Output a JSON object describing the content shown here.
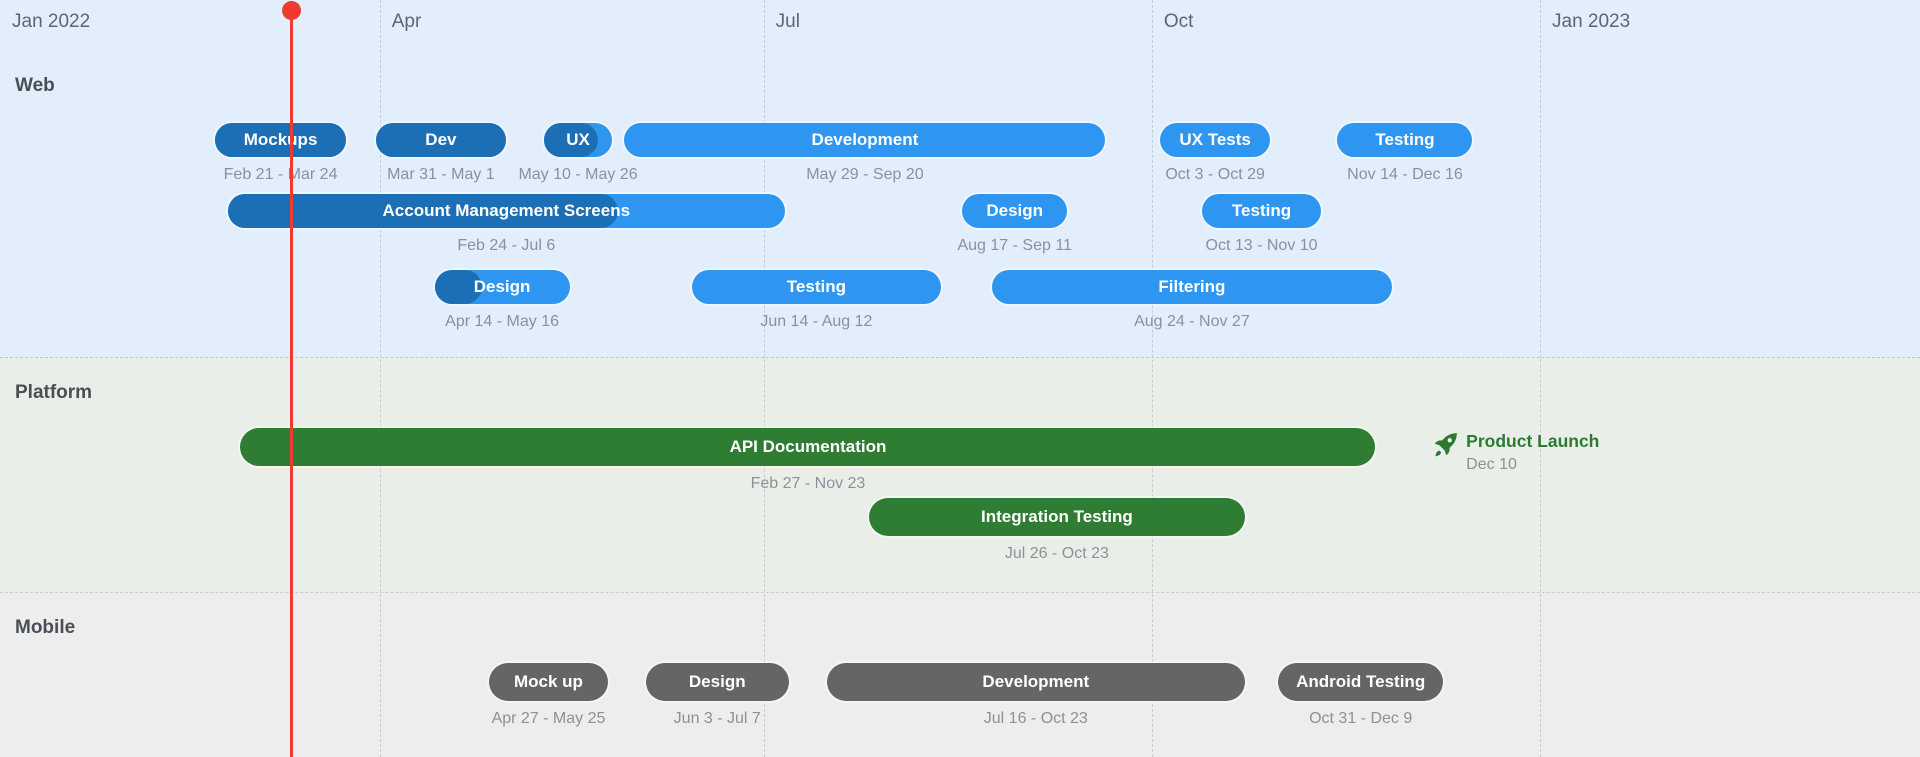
{
  "app": {
    "view_name": "project-timeline"
  },
  "palette": {
    "web_bg": "#e2eefb",
    "platform_bg": "#e9efe8",
    "mobile_bg": "#ededed",
    "web_bar": "#2e96f0",
    "web_progress": "#1d6fb5",
    "platform_bar": "#2e7d32",
    "mobile_bar": "#646567",
    "today_marker": "#ee3a31",
    "milestone_green": "#2c7a30",
    "date_text": "#8b9199",
    "month_text": "#5d6770",
    "section_text": "#494f55",
    "bar_text": "#ffffff"
  },
  "timeline": {
    "months": [
      {
        "label": "Jan 2022",
        "month_index": 0
      },
      {
        "label": "Apr",
        "month_index": 3
      },
      {
        "label": "Jul",
        "month_index": 6
      },
      {
        "label": "Oct",
        "month_index": 9
      },
      {
        "label": "Jan 2023",
        "month_index": 12
      }
    ],
    "today_date": "Mar 11"
  },
  "sections": [
    {
      "id": "web",
      "name": "Web",
      "theme": "web",
      "tasks": [
        {
          "label": "Mockups",
          "dates": "Feb 21 - Mar 24",
          "row": 0,
          "progress": 1
        },
        {
          "label": "Dev",
          "dates": "Mar 31 - May 1",
          "row": 0,
          "progress": 1
        },
        {
          "label": "UX",
          "dates": "May 10 - May 26",
          "row": 0,
          "progress": 0.79
        },
        {
          "label": "Development",
          "dates": "May 29 - Sep 20",
          "row": 0,
          "progress": 0
        },
        {
          "label": "UX Tests",
          "dates": "Oct 3 - Oct 29",
          "row": 0,
          "progress": 0
        },
        {
          "label": "Testing",
          "dates": "Nov 14 - Dec 16",
          "row": 0,
          "progress": 0
        },
        {
          "label": "Account Management Screens",
          "dates": "Feb 24 - Jul 6",
          "row": 1,
          "progress": 0.7
        },
        {
          "label": "Design",
          "dates": "Aug 17 - Sep 11",
          "row": 1,
          "progress": 0
        },
        {
          "label": "Testing",
          "dates": "Oct 13 - Nov 10",
          "row": 1,
          "progress": 0
        },
        {
          "label": "Design",
          "dates": "Apr 14 - May 16",
          "row": 2,
          "progress": 0.35
        },
        {
          "label": "Testing",
          "dates": "Jun 14 - Aug 12",
          "row": 2,
          "progress": 0
        },
        {
          "label": "Filtering",
          "dates": "Aug 24 - Nov 27",
          "row": 2,
          "progress": 0
        }
      ],
      "milestones": []
    },
    {
      "id": "platform",
      "name": "Platform",
      "theme": "platform",
      "tasks": [
        {
          "label": "API Documentation",
          "dates": "Feb 27 - Nov 23",
          "row": 0
        },
        {
          "label": "Integration Testing",
          "dates": "Jul 26 - Oct 23",
          "row": 1
        }
      ],
      "milestones": [
        {
          "label": "Product Launch",
          "date": "Dec 10",
          "icon": "rocket-icon"
        }
      ]
    },
    {
      "id": "mobile",
      "name": "Mobile",
      "theme": "mobile",
      "tasks": [
        {
          "label": "Mock up",
          "dates": "Apr 27 - May 25",
          "row": 0
        },
        {
          "label": "Design",
          "dates": "Jun 3 - Jul 7",
          "row": 0
        },
        {
          "label": "Development",
          "dates": "Jul 16 - Oct 23",
          "row": 0
        },
        {
          "label": "Android Testing",
          "dates": "Oct 31 - Dec 9",
          "row": 0
        }
      ],
      "milestones": []
    }
  ]
}
